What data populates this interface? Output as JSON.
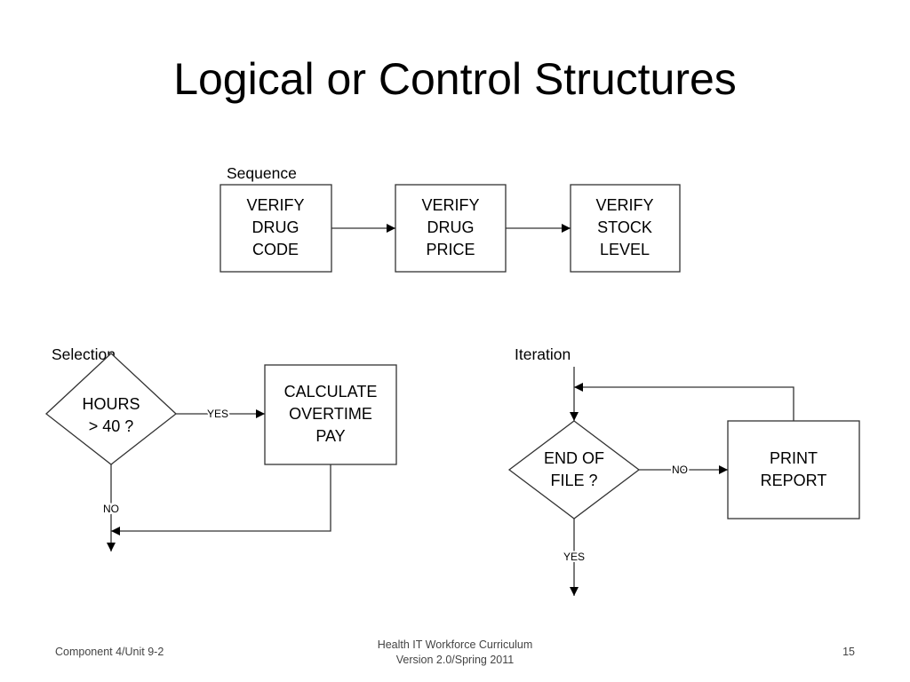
{
  "slide": {
    "title": "Logical or Control Structures"
  },
  "sequence": {
    "label": "Sequence",
    "boxes": [
      [
        "VERIFY",
        "DRUG",
        "CODE"
      ],
      [
        "VERIFY",
        "DRUG",
        "PRICE"
      ],
      [
        "VERIFY",
        "STOCK",
        "LEVEL"
      ]
    ]
  },
  "selection": {
    "label": "Selection",
    "decision": [
      "HOURS",
      "> 40 ?"
    ],
    "process": [
      "CALCULATE",
      "OVERTIME",
      "PAY"
    ],
    "yes_label": "YES",
    "no_label": "NO"
  },
  "iteration": {
    "label": "Iteration",
    "decision": [
      "END OF",
      "FILE ?"
    ],
    "process": [
      "PRINT",
      "REPORT"
    ],
    "no_label": "NO",
    "yes_label": "YES"
  },
  "footer": {
    "left": "Component 4/Unit 9-2",
    "center_line1": "Health IT Workforce Curriculum",
    "center_line2": "Version 2.0/Spring 2011",
    "page_number": "15"
  }
}
